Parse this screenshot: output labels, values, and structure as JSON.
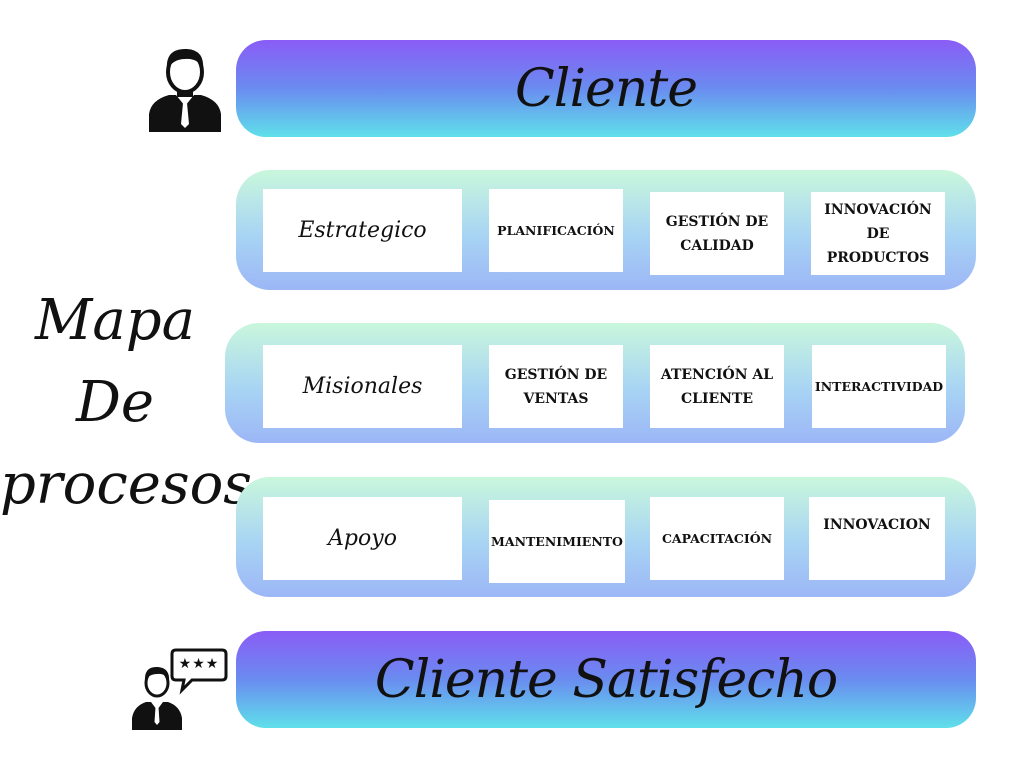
{
  "top_band": {
    "label": "Cliente"
  },
  "bottom_band": {
    "label": "Cliente Satisfecho"
  },
  "side_title": {
    "line1": "Mapa",
    "line2": "De",
    "line3": "procesos"
  },
  "rows": [
    {
      "category": "Estrategico",
      "items": [
        "PLANIFICACIÓN",
        "GESTIÓN DE CALIDAD",
        "INNOVACIÓN DE PRODUCTOS"
      ]
    },
    {
      "category": "Misionales",
      "items": [
        "GESTIÓN DE VENTAS",
        "ATENCIÓN AL CLIENTE",
        "INTERACTIVIDAD"
      ]
    },
    {
      "category": "Apoyo",
      "items": [
        "MANTENIMIENTO",
        "CAPACITACIÓN",
        "INNOVACION"
      ]
    }
  ],
  "icons": {
    "top": "businessman-icon",
    "bottom": "customer-rating-icon",
    "rating_stars": "★★★"
  }
}
